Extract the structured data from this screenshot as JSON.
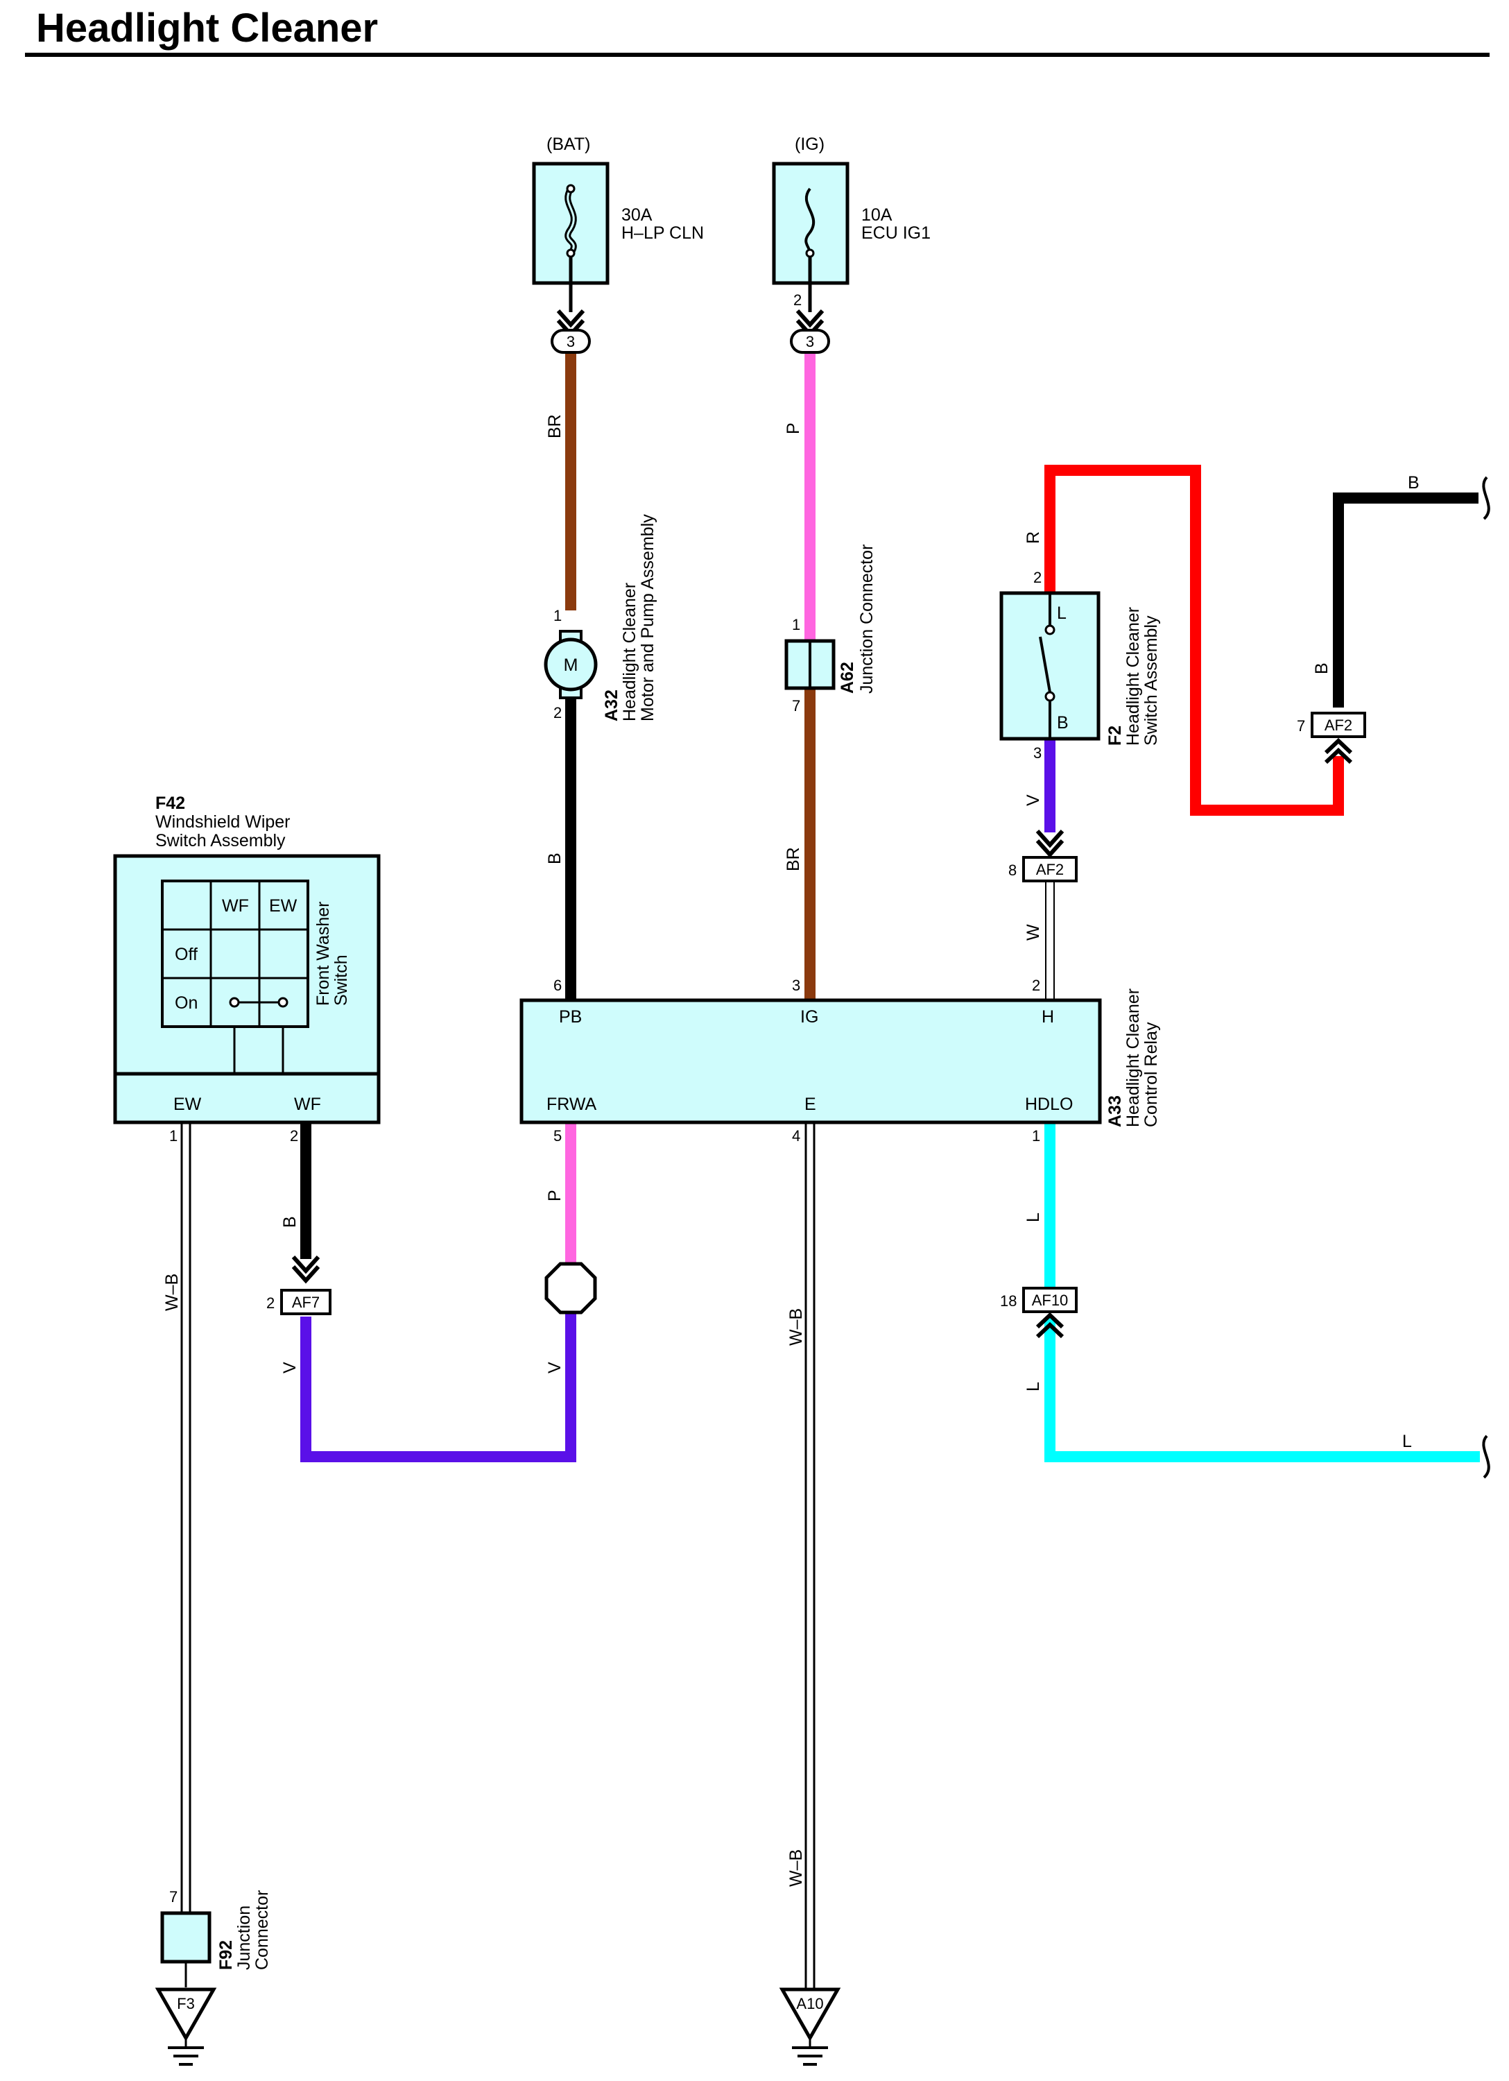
{
  "title": "Headlight Cleaner",
  "sources": {
    "bat": "(BAT)",
    "ig": "(IG)"
  },
  "fuses": {
    "hlp": {
      "rating": "30A",
      "name": "H–LP CLN"
    },
    "ecu": {
      "rating": "10A",
      "name": "ECU IG1"
    }
  },
  "components": {
    "a32": {
      "code": "A32",
      "name_line1": "Headlight Cleaner",
      "name_line2": "Motor and Pump Assembly",
      "symbol": "M"
    },
    "a62": {
      "code": "A62",
      "name_line1": "Junction Connector"
    },
    "f2": {
      "code": "F2",
      "name_line1": "Headlight Cleaner",
      "name_line2": "Switch Assembly",
      "contact_l": "L",
      "contact_b": "B"
    },
    "a33": {
      "code": "A33",
      "name_line1": "Headlight Cleaner",
      "name_line2": "Control Relay",
      "term_pb": "PB",
      "term_ig": "IG",
      "term_h": "H",
      "term_frwa": "FRWA",
      "term_e": "E",
      "term_hdlo": "HDLO"
    },
    "f42": {
      "code": "F42",
      "name_line1": "Windshield Wiper",
      "name_line2": "Switch Assembly",
      "col_wf": "WF",
      "col_ew": "EW",
      "row_off": "Off",
      "row_on": "On",
      "side_line1": "Front Washer",
      "side_line2": "Switch",
      "term_ew": "EW",
      "term_wf": "WF"
    },
    "f92": {
      "code": "F92",
      "name_line1": "Junction",
      "name_line2": "Connector"
    }
  },
  "connectors": {
    "af2_top": "AF2",
    "af2_mid": "AF2",
    "af7": "AF7",
    "af10": "AF10",
    "j3_left": "3",
    "j3_right": "3"
  },
  "grounds": {
    "f3": "F3",
    "a10": "A10"
  },
  "pins": {
    "fuse_ecu_2": "2",
    "a32_1": "1",
    "a32_2": "2",
    "a62_1": "1",
    "a62_7": "7",
    "f2_2": "2",
    "f2_3": "3",
    "af2_7": "7",
    "af2_8": "8",
    "a33_6": "6",
    "a33_3": "3",
    "a33_2": "2",
    "a33_5": "5",
    "a33_4": "4",
    "a33_1": "1",
    "f42_1": "1",
    "f42_2": "2",
    "af7_2": "2",
    "af10_18": "18",
    "f92_7": "7"
  },
  "wire_labels": {
    "br_top": "BR",
    "p_top": "P",
    "r": "R",
    "b_right_top": "B",
    "b_right_mid": "B",
    "b_a32": "B",
    "br_a62": "BR",
    "v_f2": "V",
    "w_af2": "W",
    "p_frwa": "P",
    "v_frwa": "V",
    "b_wf": "B",
    "v_af7": "V",
    "wb_left": "W–B",
    "wb_mid": "W–B",
    "wb_low": "W–B",
    "l_upper": "L",
    "l_lower": "L",
    "l_right": "L"
  },
  "wire_colors": {
    "brown": "#8b3a0e",
    "pink": "#ff66e0",
    "black": "#000000",
    "red": "#ff0000",
    "violet": "#5a10e8",
    "cyan": "#00ffff",
    "component_fill": "#cffcfc"
  }
}
